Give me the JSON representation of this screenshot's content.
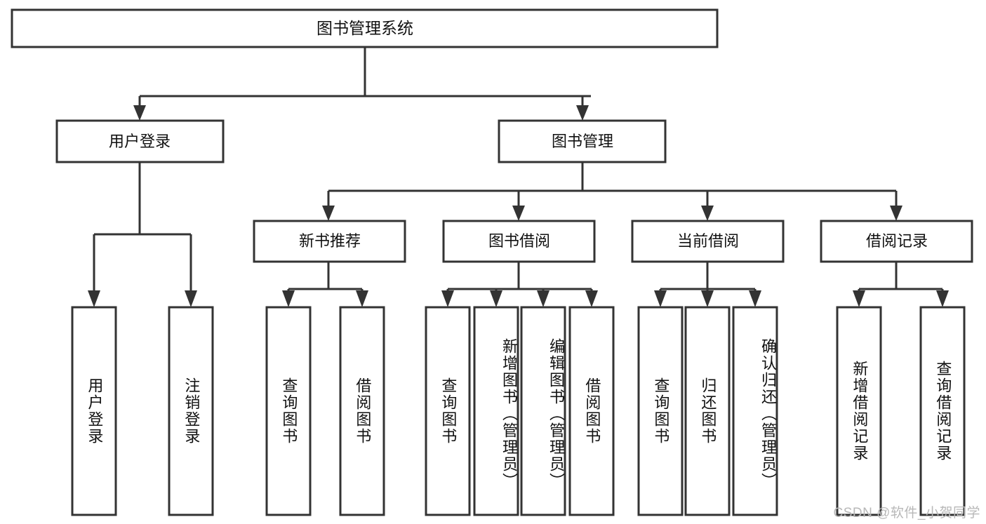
{
  "diagram": {
    "type": "tree",
    "title": "图书管理系统",
    "watermark": "CSDN @软件_小贺同学",
    "colors": {
      "stroke": "#333333",
      "fill": "#ffffff",
      "text": "#111111",
      "watermark": "#b8b8b8"
    },
    "levels": {
      "root": {
        "label": "图书管理系统"
      },
      "level2": [
        {
          "label": "用户登录"
        },
        {
          "label": "图书管理"
        }
      ],
      "level3": [
        {
          "label": "新书推荐"
        },
        {
          "label": "图书借阅"
        },
        {
          "label": "当前借阅"
        },
        {
          "label": "借阅记录"
        }
      ],
      "leaves": [
        {
          "label": "用户登录",
          "parent": "用户登录"
        },
        {
          "label": "注销登录",
          "parent": "用户登录"
        },
        {
          "label": "查询图书",
          "parent": "新书推荐"
        },
        {
          "label": "借阅图书",
          "parent": "新书推荐"
        },
        {
          "label": "查询图书",
          "parent": "图书借阅"
        },
        {
          "label": "新增图书（管理员）",
          "parent": "图书借阅"
        },
        {
          "label": "编辑图书（管理员）",
          "parent": "图书借阅"
        },
        {
          "label": "借阅图书",
          "parent": "图书借阅"
        },
        {
          "label": "查询图书",
          "parent": "当前借阅"
        },
        {
          "label": "归还图书",
          "parent": "当前借阅"
        },
        {
          "label": "确认归还（管理员）",
          "parent": "当前借阅"
        },
        {
          "label": "新增借阅记录",
          "parent": "借阅记录"
        },
        {
          "label": "查询借阅记录",
          "parent": "借阅记录"
        }
      ]
    }
  }
}
